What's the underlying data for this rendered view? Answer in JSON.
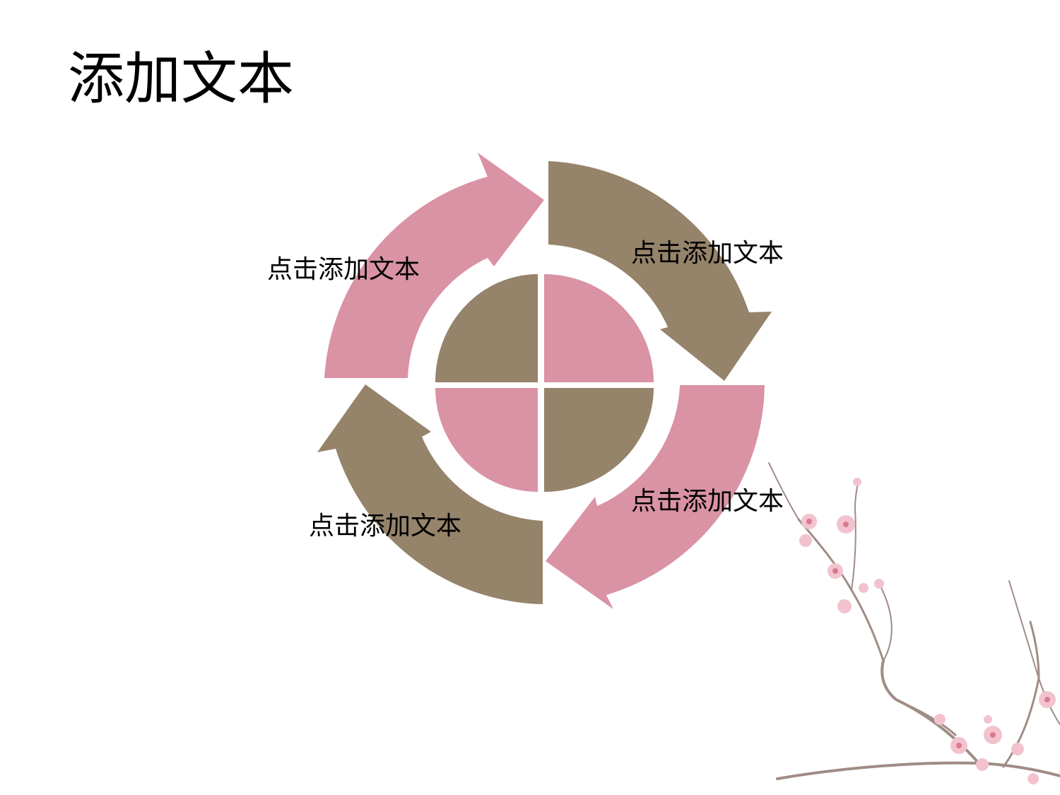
{
  "slide": {
    "title": "添加文本"
  },
  "cycle": {
    "labels": {
      "top_left": "点击添加文本",
      "top_right": "点击添加文本",
      "bottom_left": "点击添加文本",
      "bottom_right": "点击添加文本"
    }
  },
  "colors": {
    "pink": "#d993a4",
    "taupe": "#95836a",
    "branch": "#a08c85",
    "blossom": "#f2c3cf",
    "blossom_center": "#d97a90"
  },
  "decoration": {
    "icon": "plum-blossom-branch"
  }
}
